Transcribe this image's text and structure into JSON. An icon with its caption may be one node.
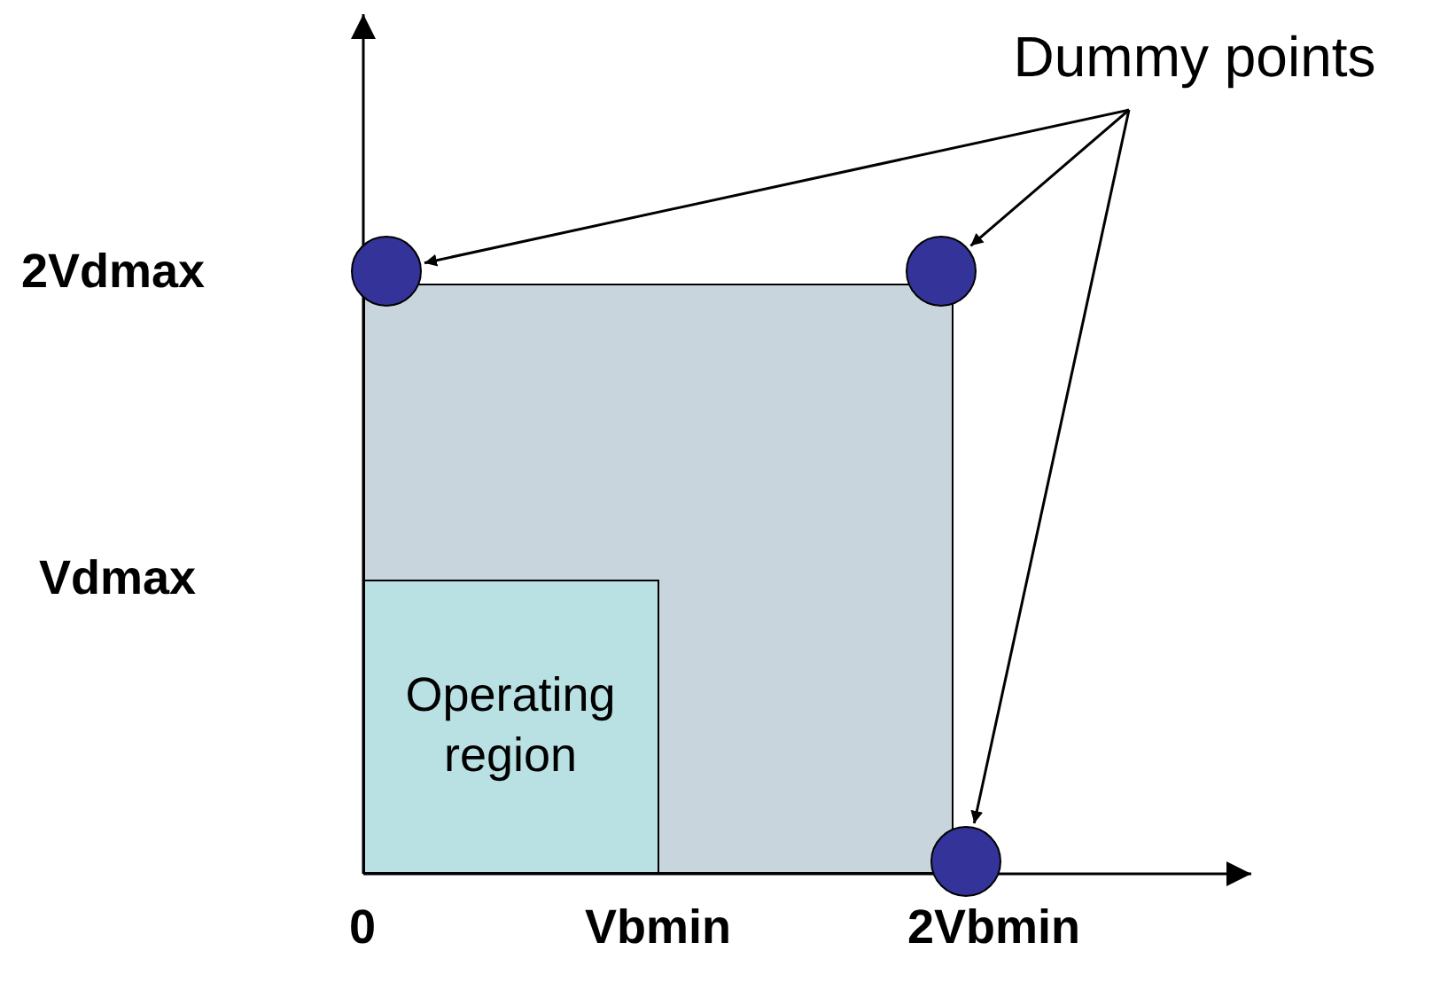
{
  "diagram": {
    "nodes": [
      {
        "text": [
          "Dummy points"
        ]
      },
      {
        "text": [],
        "shape": "box"
      },
      {
        "text": [
          "Operating region"
        ],
        "in": 1
      },
      {
        "text": [],
        "shape": "circle"
      },
      {
        "text": [],
        "shape": "circle"
      },
      {
        "text": [],
        "shape": "circle"
      }
    ],
    "edges": [
      {
        "from": 0,
        "to": 3,
        "arrow": "to"
      },
      {
        "from": 0,
        "to": 4,
        "arrow": "to"
      },
      {
        "from": 0,
        "to": 5,
        "arrow": "to"
      }
    ],
    "labels": [
      "2Vdmax",
      "Vdmax",
      "0",
      "Vbmin",
      "2Vbmin"
    ]
  }
}
